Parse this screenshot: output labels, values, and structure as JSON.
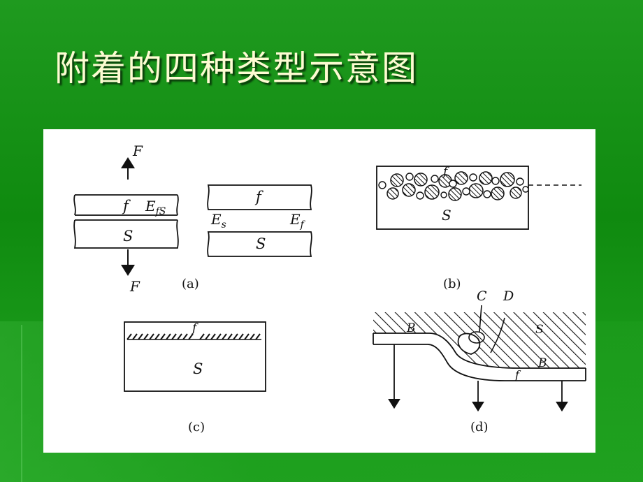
{
  "title": "附着的四种类型示意图",
  "colors": {
    "background": "#1a961a",
    "title": "#fdfbd2",
    "panel": "#ffffff",
    "ink": "#111111"
  },
  "panels": {
    "a": {
      "caption": "(a)",
      "force_top": "F",
      "force_bottom": "F",
      "film": "f",
      "substrate": "S",
      "interface_energy_main": "E",
      "interface_energy_sub": "fS",
      "film_sep": "f",
      "substrate_sep": "S",
      "energy_s_main": "E",
      "energy_s_sub": "s",
      "energy_f_main": "E",
      "energy_f_sub": "f"
    },
    "b": {
      "caption": "(b)",
      "film": "f",
      "substrate": "S"
    },
    "c": {
      "caption": "(c)",
      "film": "f",
      "substrate": "S"
    },
    "d": {
      "caption": "(d)",
      "label_c": "C",
      "label_d": "D",
      "label_b1": "B",
      "label_b2": "B",
      "label_s": "S",
      "label_f": "f"
    }
  }
}
